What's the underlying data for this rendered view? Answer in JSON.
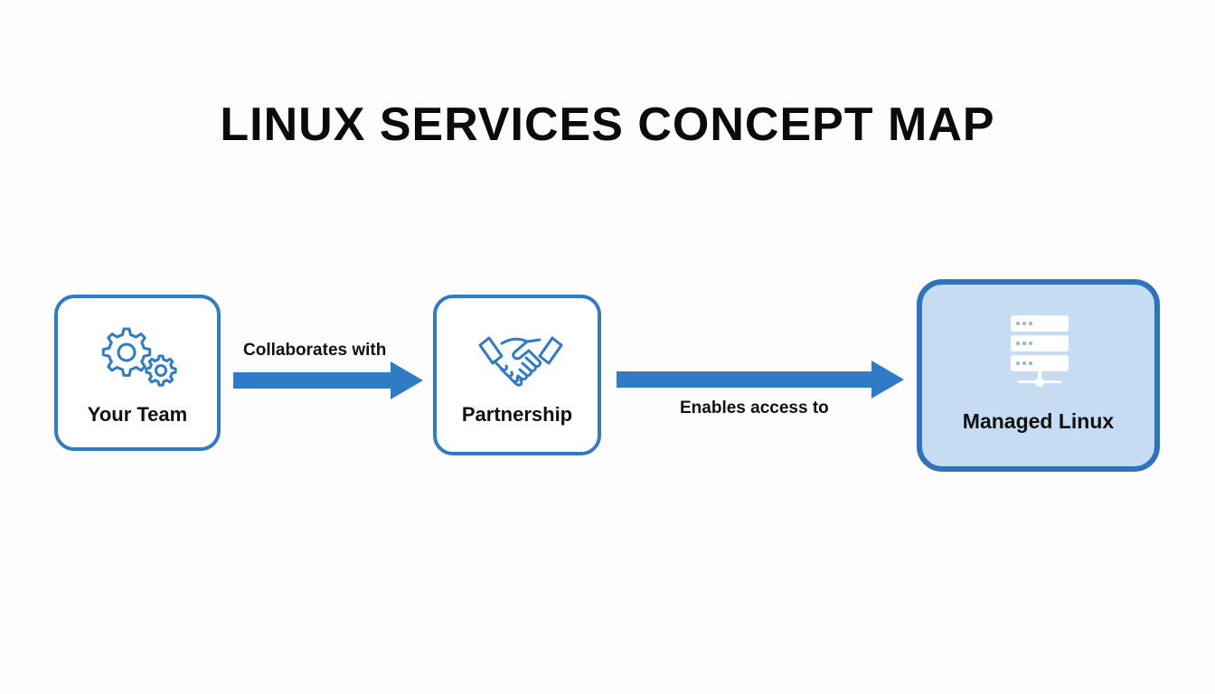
{
  "title": "LINUX SERVICES CONCEPT MAP",
  "nodes": [
    {
      "label": "Your Team",
      "icon": "gears-icon"
    },
    {
      "label": "Partnership",
      "icon": "handshake-icon"
    },
    {
      "label": "Managed Linux",
      "icon": "server-icon"
    }
  ],
  "edges": [
    {
      "label": "Collaborates with",
      "from": "Your Team",
      "to": "Partnership"
    },
    {
      "label": "Enables access to",
      "from": "Partnership",
      "to": "Managed Linux"
    }
  ],
  "colors": {
    "accent": "#2f7bc6",
    "highlight_fill": "#c6dcf3",
    "text": "#111111"
  }
}
